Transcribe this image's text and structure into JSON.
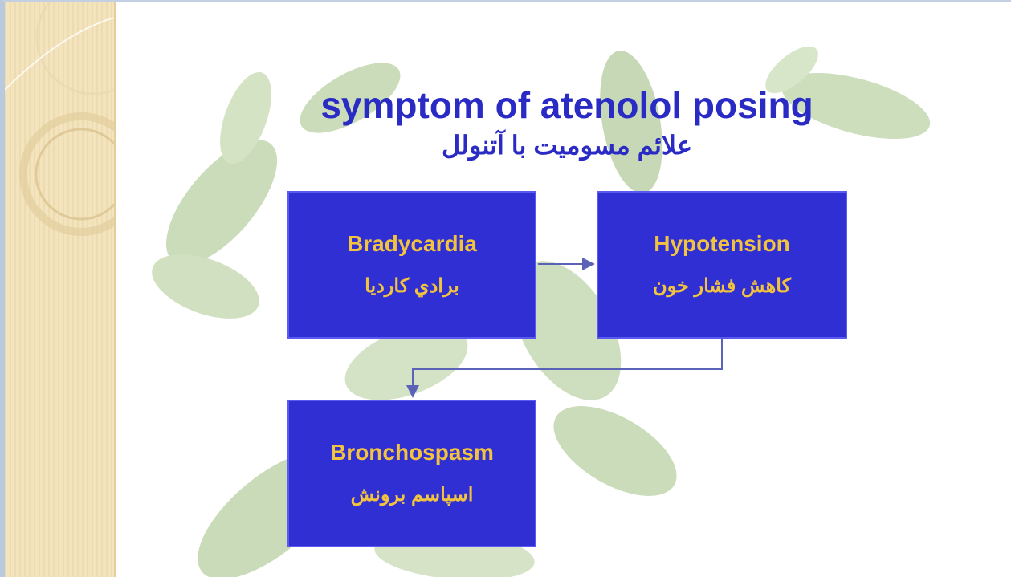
{
  "diagram": {
    "title": "symptom of atenolol  posing",
    "subtitle": "علائم مسومیت با آتنولل",
    "nodes": [
      {
        "id": "bradycardia",
        "label": "Bradycardia",
        "label_fa": "برادي كارديا"
      },
      {
        "id": "hypotension",
        "label": "Hypotension",
        "label_fa": "كاهش فشار خون"
      },
      {
        "id": "bronchospasm",
        "label": "Bronchospasm",
        "label_fa": "اسپاسم برونش"
      }
    ],
    "edges": [
      {
        "from": "bradycardia",
        "to": "hypotension"
      },
      {
        "from": "hypotension",
        "to": "bronchospasm"
      }
    ]
  },
  "colors": {
    "title": "#2a2ac4",
    "node_fill": "#2f2fd3",
    "node_text": "#f2c33f",
    "side_strip": "#f3e4bd",
    "arrow": "#5b63b8"
  }
}
